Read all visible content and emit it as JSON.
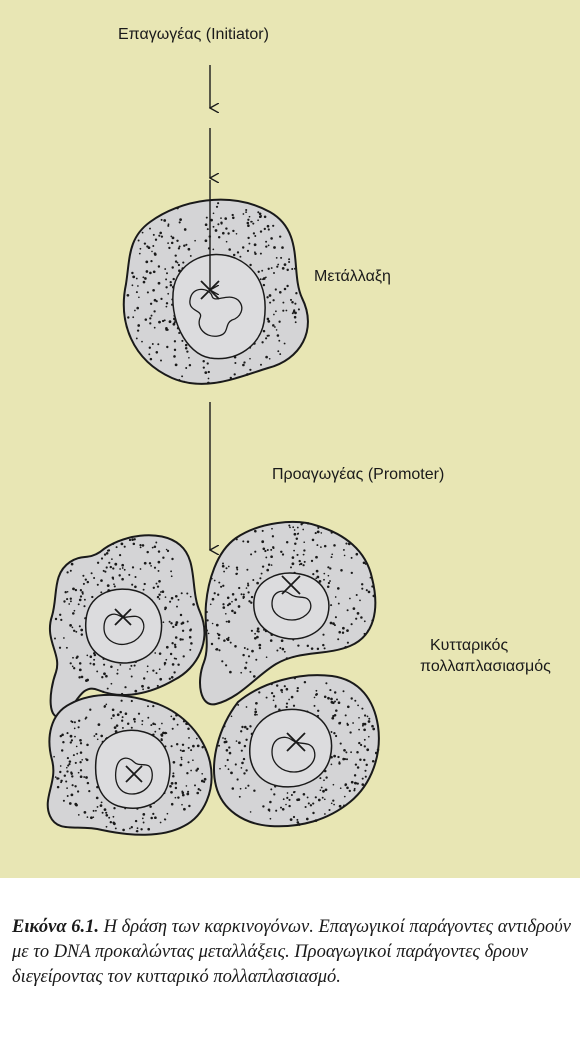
{
  "labels": {
    "initiator": "Επαγωγέας (Initiator)",
    "mutation": "Μετάλλαξη",
    "promoter": "Προαγωγέας (Promoter)",
    "proliferation_line1": "Κυτταρικός",
    "proliferation_line2": "πολλαπλασιασμός"
  },
  "caption": {
    "label": "Εικόνα 6.1.",
    "text": " Η δράση των καρκινογόνων. Επαγωγικοί παράγοντες αντιδρούν με το DNA προκαλώντας μεταλλάξεις. Προαγωγικοί παράγοντες δρουν διεγείροντας τον κυτταρικό πολλαπλασιασμό."
  },
  "colors": {
    "background": "#e8e6b4",
    "cell_fill": "#d4d4d6",
    "nucleus_fill": "#dcdcde",
    "stroke": "#1a1a1a"
  }
}
